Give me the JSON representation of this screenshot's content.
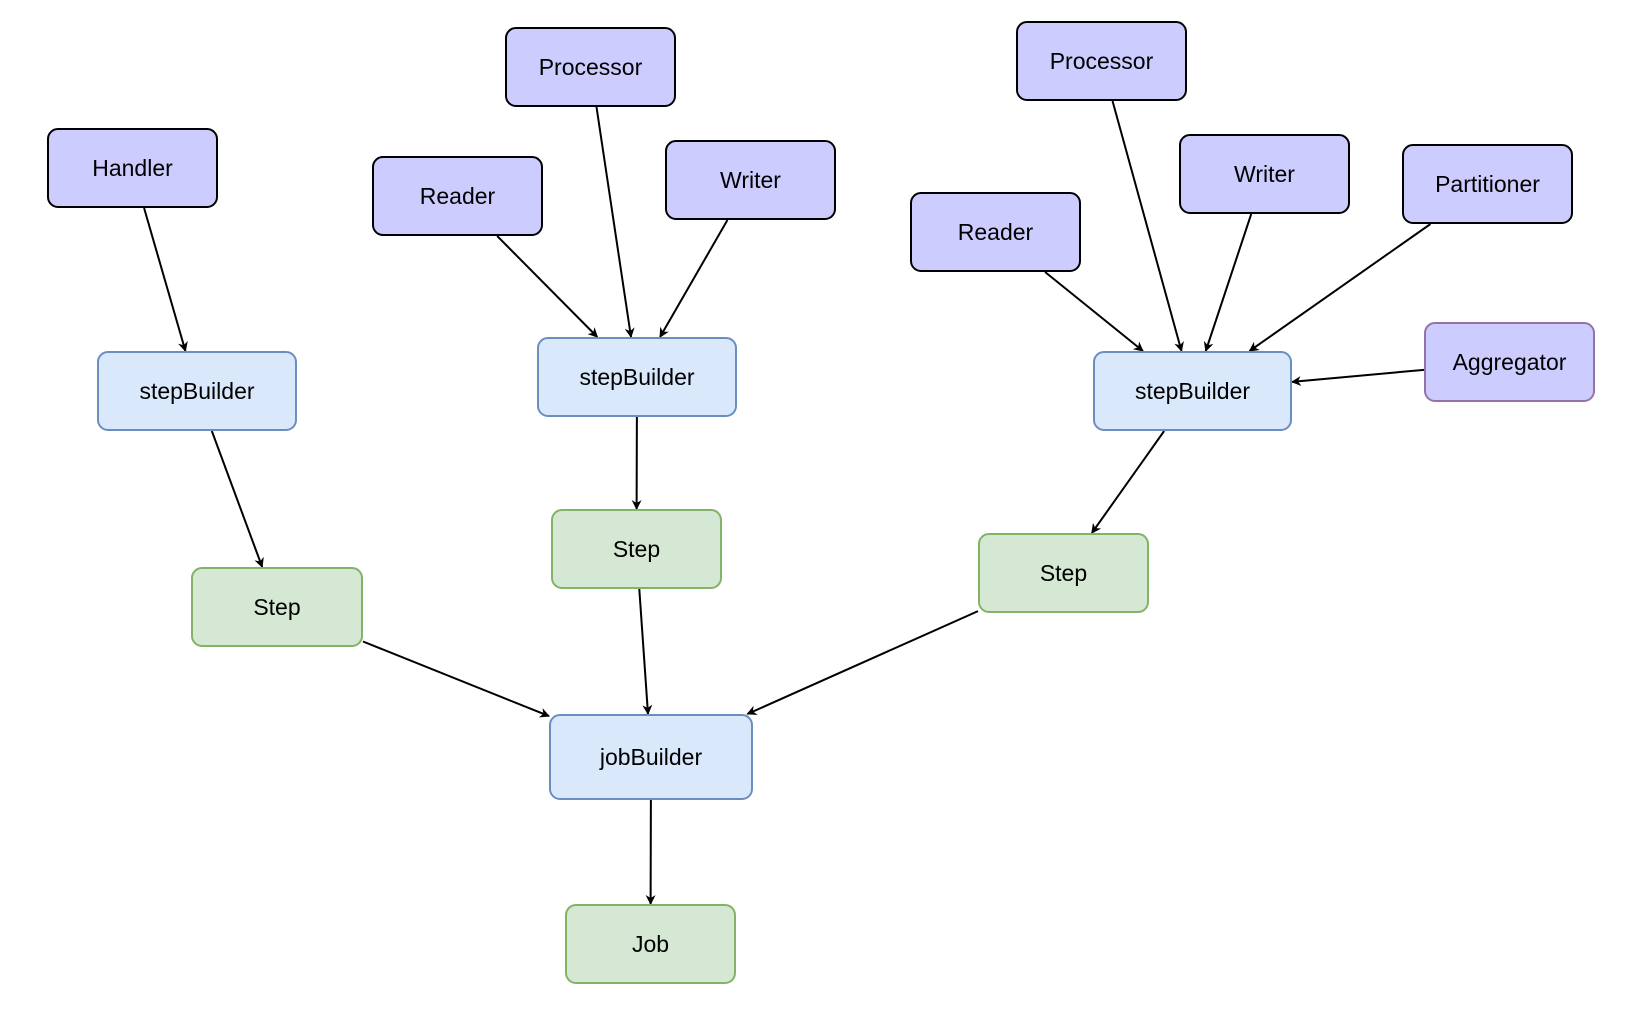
{
  "diagram": {
    "nodes": [
      {
        "id": "handler",
        "label": "Handler",
        "kind": "component"
      },
      {
        "id": "stepbuilder-1",
        "label": "stepBuilder",
        "kind": "builder"
      },
      {
        "id": "step-1",
        "label": "Step",
        "kind": "output"
      },
      {
        "id": "processor-2",
        "label": "Processor",
        "kind": "component"
      },
      {
        "id": "reader-2",
        "label": "Reader",
        "kind": "component"
      },
      {
        "id": "writer-2",
        "label": "Writer",
        "kind": "component"
      },
      {
        "id": "stepbuilder-2",
        "label": "stepBuilder",
        "kind": "builder"
      },
      {
        "id": "step-2",
        "label": "Step",
        "kind": "output"
      },
      {
        "id": "processor-3",
        "label": "Processor",
        "kind": "component"
      },
      {
        "id": "reader-3",
        "label": "Reader",
        "kind": "component"
      },
      {
        "id": "writer-3",
        "label": "Writer",
        "kind": "component"
      },
      {
        "id": "partitioner",
        "label": "Partitioner",
        "kind": "component"
      },
      {
        "id": "aggregator",
        "label": "Aggregator",
        "kind": "aggregator"
      },
      {
        "id": "stepbuilder-3",
        "label": "stepBuilder",
        "kind": "builder"
      },
      {
        "id": "step-3",
        "label": "Step",
        "kind": "output"
      },
      {
        "id": "jobbuilder",
        "label": "jobBuilder",
        "kind": "builder"
      },
      {
        "id": "job",
        "label": "Job",
        "kind": "output"
      }
    ],
    "edges": [
      {
        "from": "handler",
        "to": "stepbuilder-1"
      },
      {
        "from": "stepbuilder-1",
        "to": "step-1"
      },
      {
        "from": "reader-2",
        "to": "stepbuilder-2"
      },
      {
        "from": "processor-2",
        "to": "stepbuilder-2"
      },
      {
        "from": "writer-2",
        "to": "stepbuilder-2"
      },
      {
        "from": "stepbuilder-2",
        "to": "step-2"
      },
      {
        "from": "reader-3",
        "to": "stepbuilder-3"
      },
      {
        "from": "processor-3",
        "to": "stepbuilder-3"
      },
      {
        "from": "writer-3",
        "to": "stepbuilder-3"
      },
      {
        "from": "partitioner",
        "to": "stepbuilder-3"
      },
      {
        "from": "aggregator",
        "to": "stepbuilder-3"
      },
      {
        "from": "stepbuilder-3",
        "to": "step-3"
      },
      {
        "from": "step-1",
        "to": "jobbuilder"
      },
      {
        "from": "step-2",
        "to": "jobbuilder"
      },
      {
        "from": "step-3",
        "to": "jobbuilder"
      },
      {
        "from": "jobbuilder",
        "to": "job"
      }
    ]
  }
}
